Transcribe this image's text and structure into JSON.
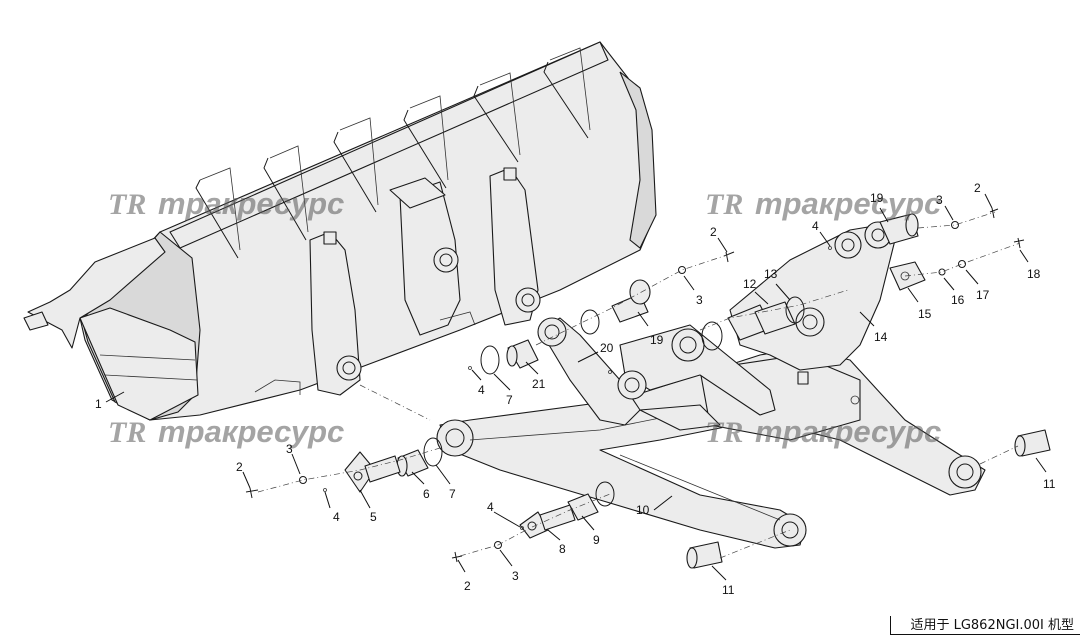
{
  "watermark": {
    "logo": "TR",
    "text": "тракресурс"
  },
  "footer": {
    "applicability": "适用于 LG862NGI.00I 机型"
  },
  "callouts": [
    {
      "text": "1"
    },
    {
      "text": "2"
    },
    {
      "text": "3"
    },
    {
      "text": "4"
    },
    {
      "text": "5"
    },
    {
      "text": "6"
    },
    {
      "text": "7"
    },
    {
      "text": "2"
    },
    {
      "text": "3"
    },
    {
      "text": "4"
    },
    {
      "text": "8"
    },
    {
      "text": "9"
    },
    {
      "text": "10"
    },
    {
      "text": "11"
    },
    {
      "text": "4"
    },
    {
      "text": "7"
    },
    {
      "text": "21"
    },
    {
      "text": "20"
    },
    {
      "text": "19"
    },
    {
      "text": "2"
    },
    {
      "text": "3"
    },
    {
      "text": "12"
    },
    {
      "text": "13"
    },
    {
      "text": "14"
    },
    {
      "text": "4"
    },
    {
      "text": "19"
    },
    {
      "text": "3"
    },
    {
      "text": "2"
    },
    {
      "text": "18"
    },
    {
      "text": "16"
    },
    {
      "text": "17"
    },
    {
      "text": "15"
    },
    {
      "text": "11"
    }
  ]
}
